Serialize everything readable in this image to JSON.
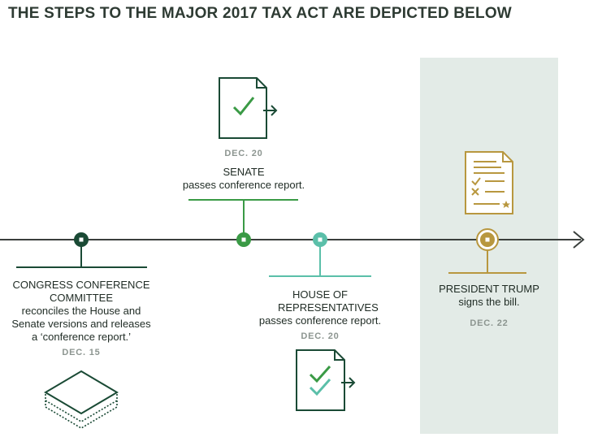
{
  "title": "THE STEPS TO THE MAJOR 2017 TAX ACT ARE DEPICTED BELOW",
  "colors": {
    "dark_green": "#1a4a35",
    "mid_green": "#3a9a45",
    "teal": "#5bbfa9",
    "gold": "#b8973f",
    "shade": "#e3ebe7",
    "line": "#3a3f3c",
    "date_gray": "#8c9590"
  },
  "steps": [
    {
      "id": "committee",
      "name": "CONGRESS CONFERENCE COMMITTEE",
      "action": "reconciles the House and Senate versions and releases a ‘conference report.’",
      "date": "DEC. 15",
      "icon": "stacked-documents-icon"
    },
    {
      "id": "senate",
      "name": "SENATE",
      "action": "passes conference report.",
      "date": "DEC. 20",
      "icon": "document-check-arrow-icon"
    },
    {
      "id": "house",
      "name": "HOUSE OF REPRESENTATIVES",
      "action": "passes conference report.",
      "date": "DEC. 20",
      "icon": "document-double-check-arrow-icon"
    },
    {
      "id": "president",
      "name": "PRESIDENT TRUMP",
      "action": "signs the bill.",
      "date": "DEC. 22",
      "icon": "signed-document-icon"
    }
  ]
}
